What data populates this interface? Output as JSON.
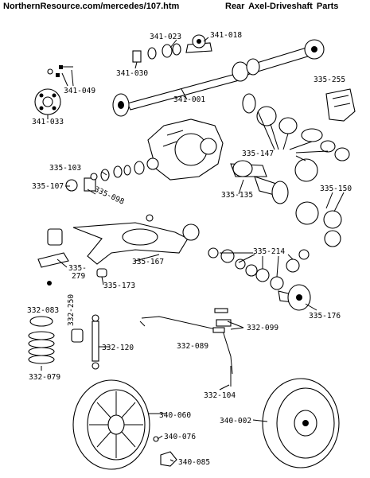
{
  "header": {
    "url": "NorthernResource.com/mercedes/107.htm",
    "title": "Rear Axel-Driveshaft  Parts"
  },
  "parts": {
    "p341_023": "341-023",
    "p341_018": "341-018",
    "p341_030": "341-030",
    "p335_255": "335-255",
    "p341_049": "341-049",
    "p341_001": "341-001",
    "p341_033": "341-033",
    "p335_147": "335-147",
    "p335_103": "335-103",
    "p335_107": "335-107",
    "p335_098": "335-098",
    "p335_135": "335-135",
    "p335_150": "335-150",
    "p335_214": "335-214",
    "p335": "335-",
    "p279": "279",
    "p335_167": "335-167",
    "p335_173": "335-173",
    "p335_176": "335-176",
    "p332_083": "332-083",
    "p332_250": "332-250",
    "p332_099": "332-099",
    "p332_089": "332-089",
    "p332_120": "332-120",
    "p332_079": "332-079",
    "p332_104": "332-104",
    "p340_060": "340-060",
    "p340_002": "340-002",
    "p340_076": "340-076",
    "p340_085": "340-085"
  }
}
